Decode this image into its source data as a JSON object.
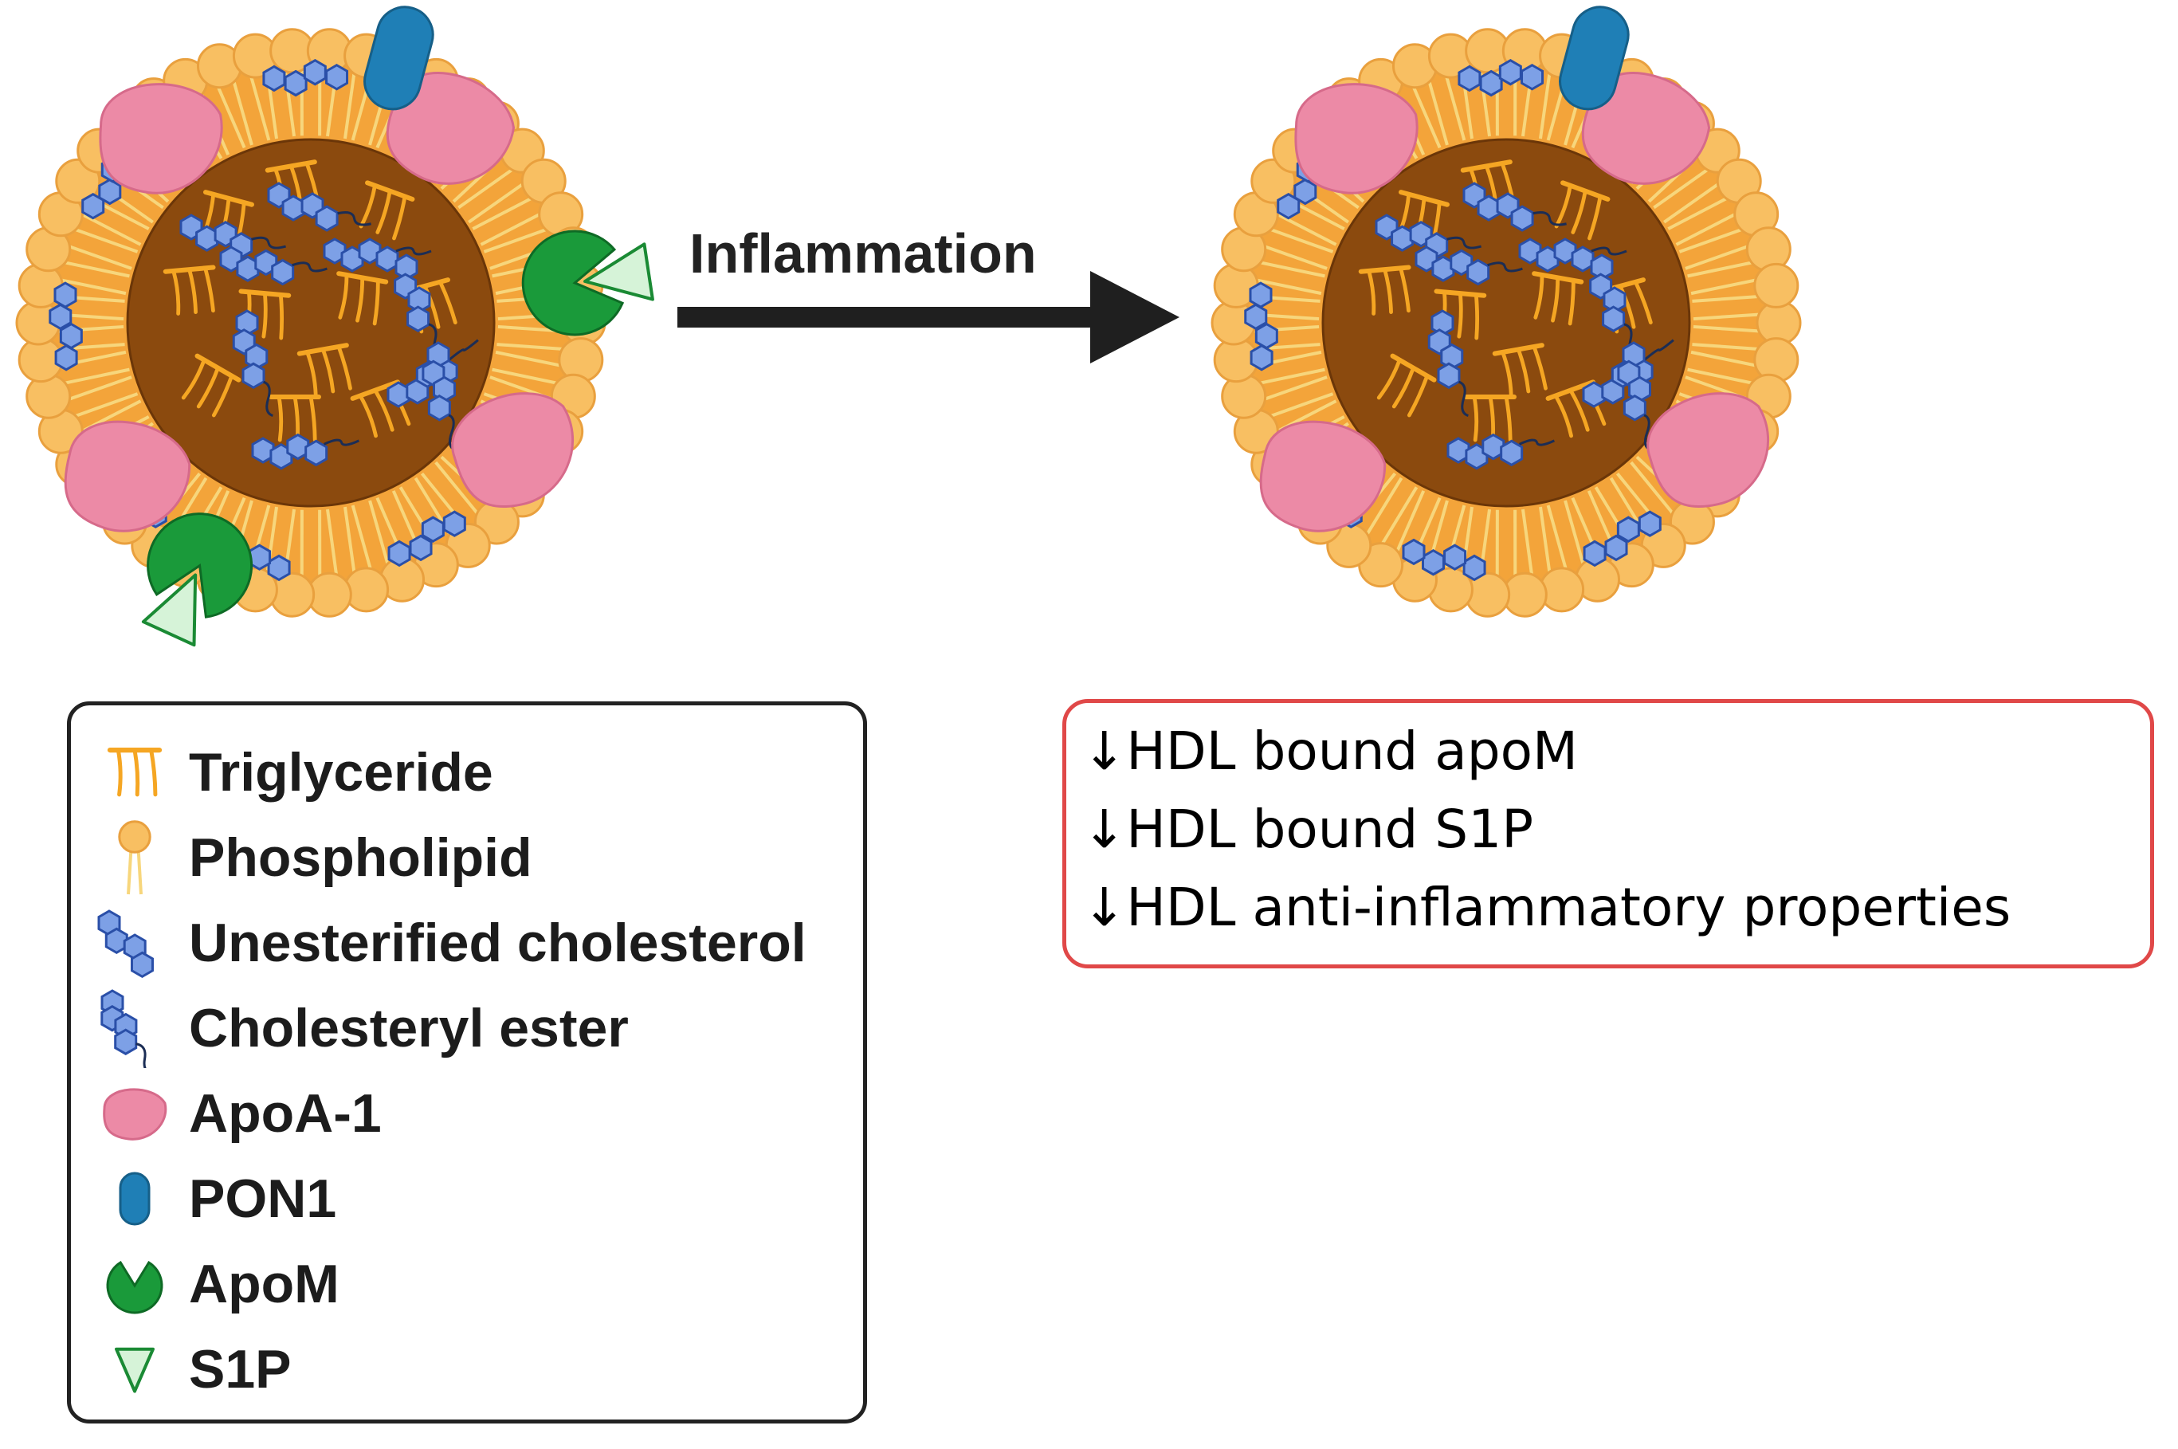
{
  "arrow": {
    "label": "Inflammation"
  },
  "legend": {
    "items": [
      {
        "icon": "triglyceride-icon",
        "label": "Triglyceride"
      },
      {
        "icon": "phospholipid-icon",
        "label": "Phospholipid"
      },
      {
        "icon": "unesterified-cholesterol-icon",
        "label": "Unesterified cholesterol"
      },
      {
        "icon": "cholesteryl-ester-icon",
        "label": "Cholesteryl ester"
      },
      {
        "icon": "apoa1-icon",
        "label": "ApoA-1"
      },
      {
        "icon": "pon1-icon",
        "label": "PON1"
      },
      {
        "icon": "apom-icon",
        "label": "ApoM"
      },
      {
        "icon": "s1p-icon",
        "label": "S1P"
      }
    ]
  },
  "effects": {
    "lines": [
      "↓HDL bound apoM",
      "↓HDL bound S1P",
      "↓HDL anti-inflammatory properties"
    ]
  },
  "colors": {
    "core": "#8b4a0e",
    "phospholipid_head": "#f8bf62",
    "phospholipid_tail": "#f7d67c",
    "triglyceride": "#f5a623",
    "cholesterol_fill": "#7da0e6",
    "cholesterol_stroke": "#2a4fa8",
    "apoa1": "#ec8aa6",
    "pon1": "#1f7fb6",
    "apom": "#1a9a3a",
    "s1p": "#d6f3d8",
    "effects_border": "#e04848"
  }
}
